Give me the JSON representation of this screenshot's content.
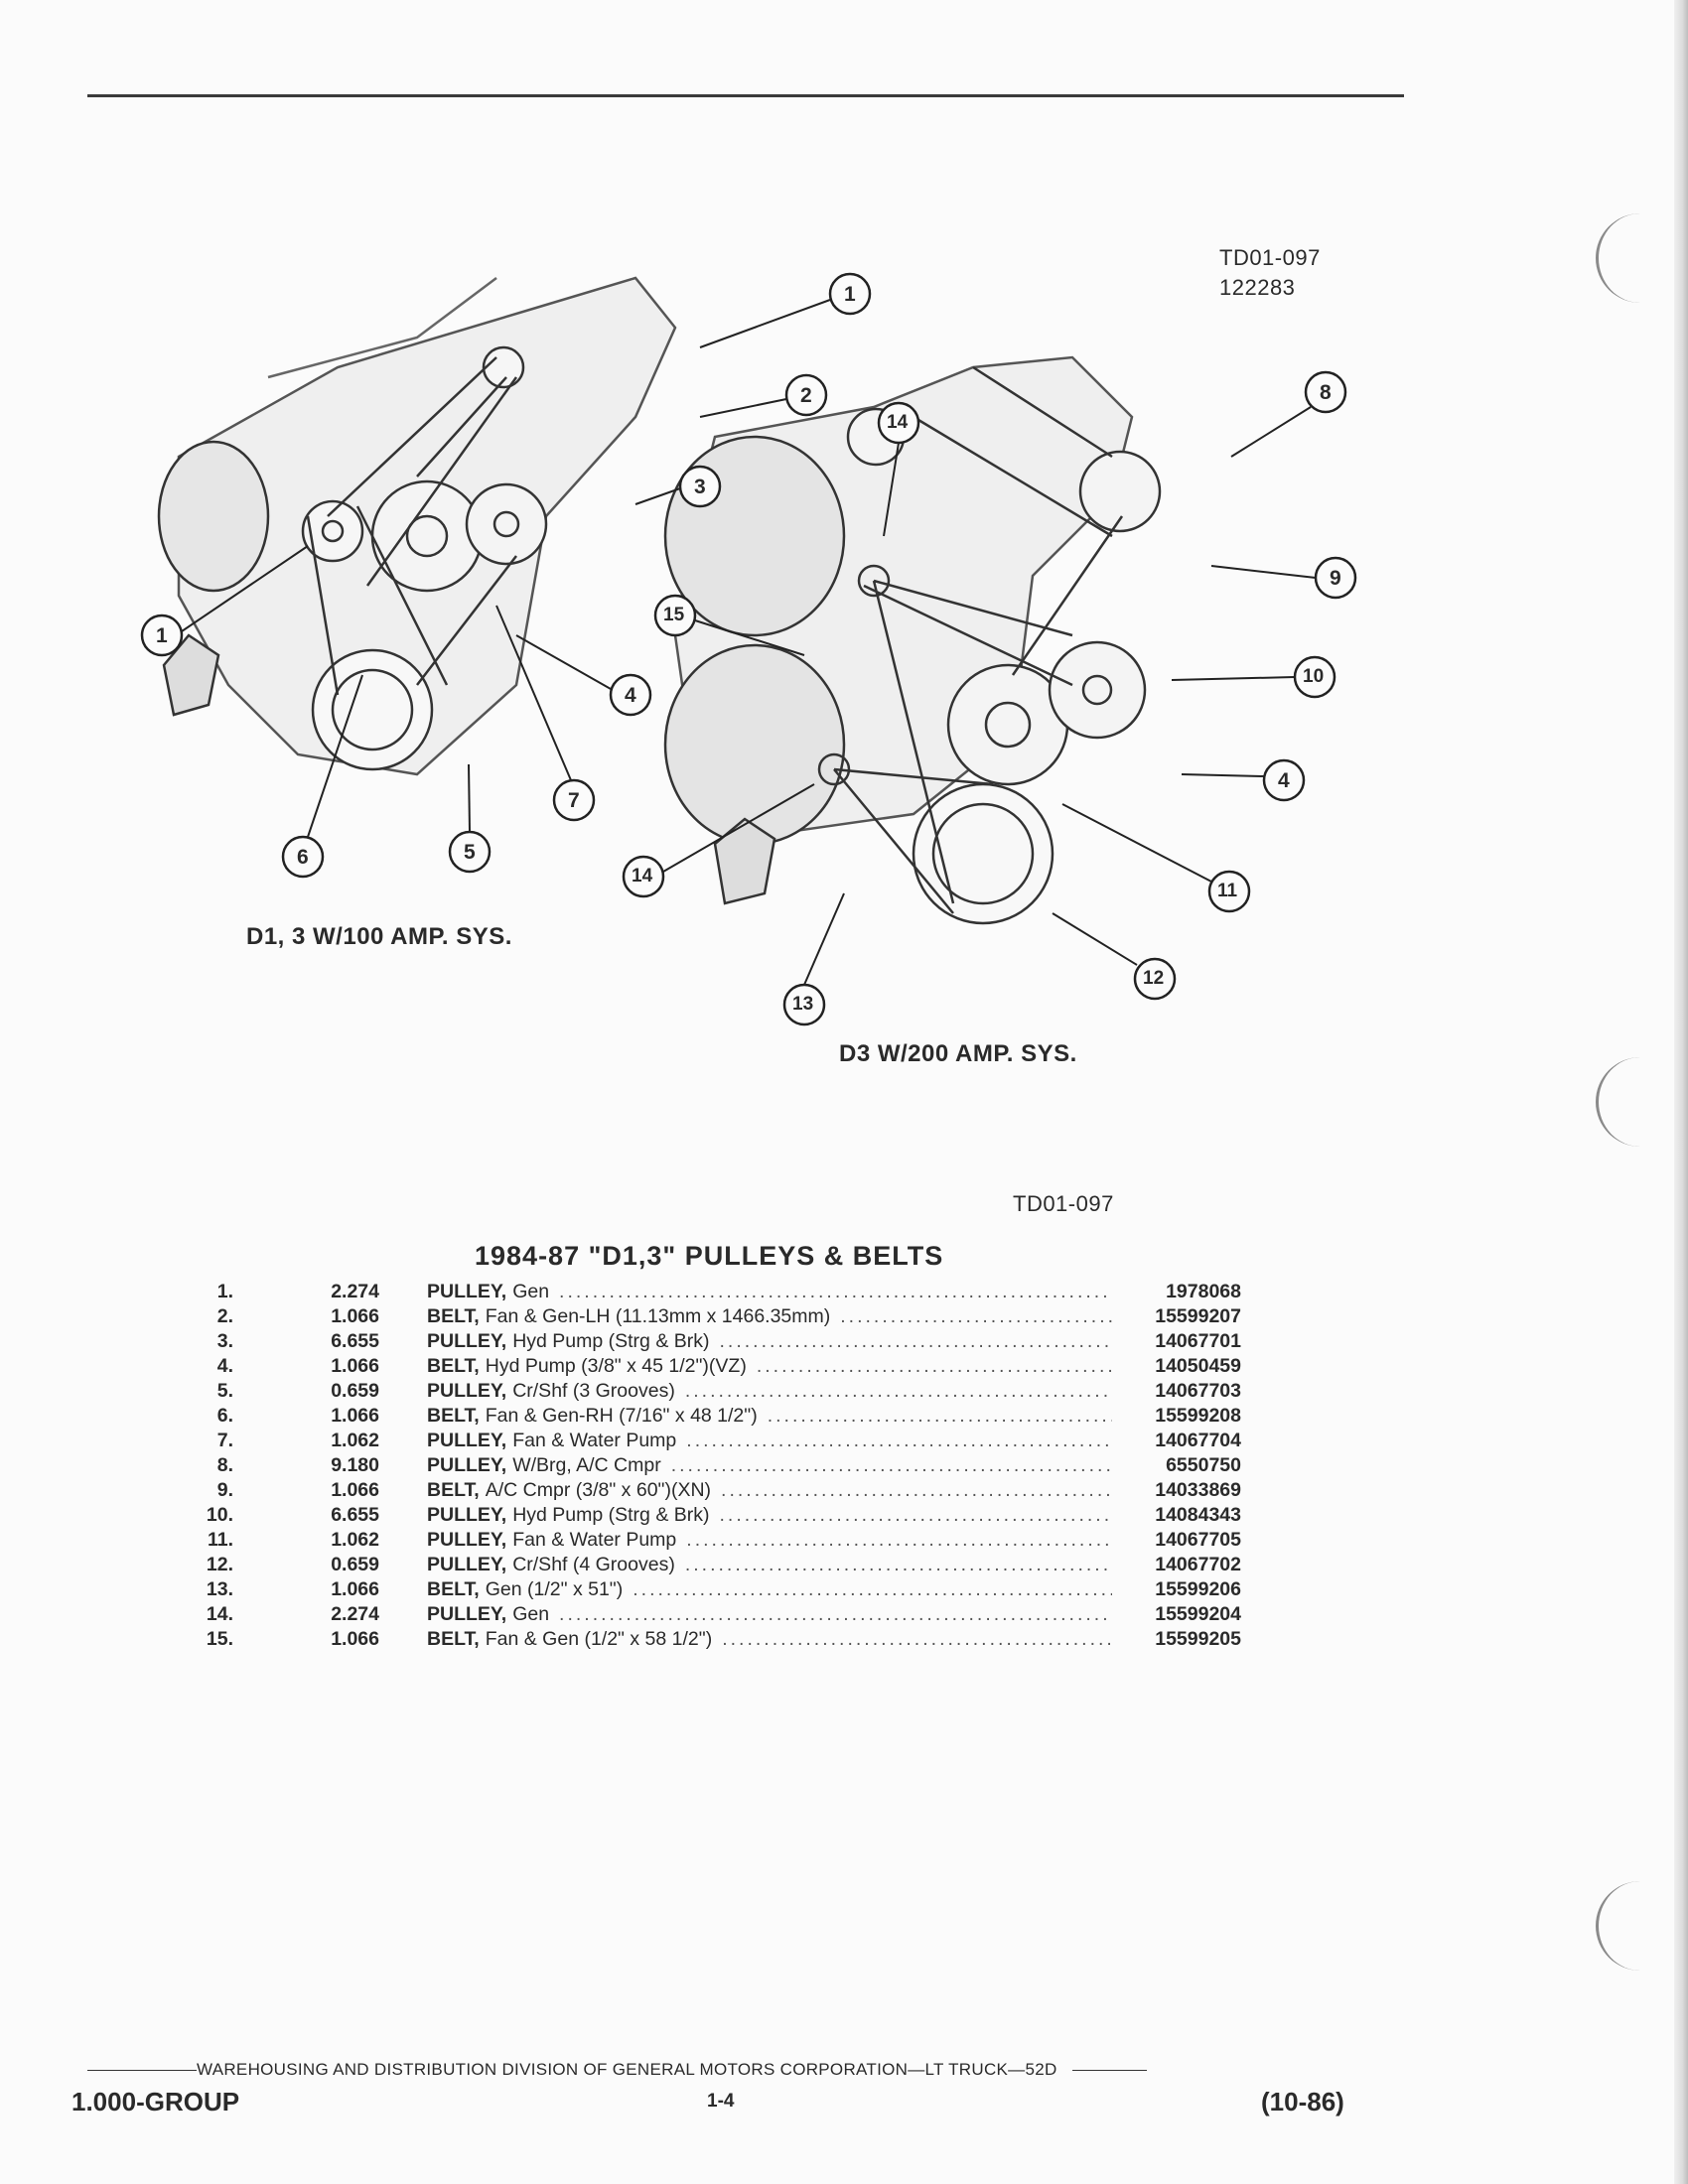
{
  "figure": {
    "code_top": "TD01-097",
    "date_code": "122283",
    "left_caption": "D1, 3 W/100 AMP. SYS.",
    "right_caption": "D3 W/200 AMP. SYS.",
    "code_bottom": "TD01-097",
    "callouts_left": [
      "1",
      "2",
      "3",
      "1",
      "4",
      "6",
      "5",
      "7"
    ],
    "callouts_right": [
      "14",
      "8",
      "9",
      "15",
      "10",
      "4",
      "11",
      "14",
      "12",
      "13"
    ]
  },
  "section_title": "1984-87 \"D1,3\" PULLEYS & BELTS",
  "parts": [
    {
      "num": "1.",
      "qty": "2.274",
      "name": "PULLEY,",
      "desc": "Gen",
      "part": "1978068"
    },
    {
      "num": "2.",
      "qty": "1.066",
      "name": "BELT,",
      "desc": "Fan & Gen-LH (11.13mm x 1466.35mm)",
      "part": "15599207"
    },
    {
      "num": "3.",
      "qty": "6.655",
      "name": "PULLEY,",
      "desc": "Hyd Pump (Strg & Brk)",
      "part": "14067701"
    },
    {
      "num": "4.",
      "qty": "1.066",
      "name": "BELT,",
      "desc": "Hyd Pump (3/8\" x 45 1/2\")(VZ)",
      "part": "14050459"
    },
    {
      "num": "5.",
      "qty": "0.659",
      "name": "PULLEY,",
      "desc": "Cr/Shf (3 Grooves)",
      "part": "14067703"
    },
    {
      "num": "6.",
      "qty": "1.066",
      "name": "BELT,",
      "desc": "Fan & Gen-RH (7/16\" x 48 1/2\")",
      "part": "15599208"
    },
    {
      "num": "7.",
      "qty": "1.062",
      "name": "PULLEY,",
      "desc": "Fan & Water Pump",
      "part": "14067704"
    },
    {
      "num": "8.",
      "qty": "9.180",
      "name": "PULLEY,",
      "desc": "W/Brg, A/C Cmpr",
      "part": "6550750"
    },
    {
      "num": "9.",
      "qty": "1.066",
      "name": "BELT,",
      "desc": "A/C Cmpr (3/8\" x 60\")(XN)",
      "part": "14033869"
    },
    {
      "num": "10.",
      "qty": "6.655",
      "name": "PULLEY,",
      "desc": "Hyd Pump (Strg & Brk)",
      "part": "14084343"
    },
    {
      "num": "11.",
      "qty": "1.062",
      "name": "PULLEY,",
      "desc": "Fan & Water Pump",
      "part": "14067705"
    },
    {
      "num": "12.",
      "qty": "0.659",
      "name": "PULLEY,",
      "desc": "Cr/Shf (4 Grooves)",
      "part": "14067702"
    },
    {
      "num": "13.",
      "qty": "1.066",
      "name": "BELT,",
      "desc": "Gen (1/2\" x 51\")",
      "part": "15599206"
    },
    {
      "num": "14.",
      "qty": "2.274",
      "name": "PULLEY,",
      "desc": "Gen",
      "part": "15599204"
    },
    {
      "num": "15.",
      "qty": "1.066",
      "name": "BELT,",
      "desc": "Fan & Gen (1/2\" x 58 1/2\")",
      "part": "15599205"
    }
  ],
  "footer": {
    "division": "WAREHOUSING AND DISTRIBUTION  DIVISION OF GENERAL MOTORS CORPORATION—LT TRUCK—52D",
    "group": "1.000-GROUP",
    "page": "1-4",
    "revision": "(10-86)"
  }
}
